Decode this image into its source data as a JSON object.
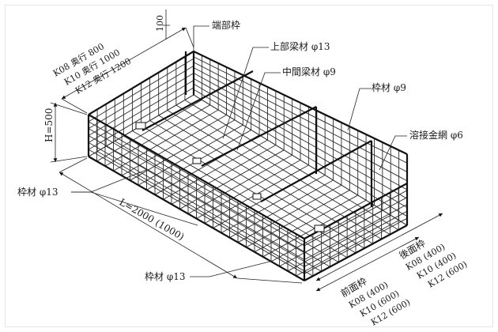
{
  "labels": {
    "end_frame": "端部枠",
    "upper_beam": "上部梁材 φ13",
    "middle_beam": "中間梁材 φ9",
    "frame_9": "枠材 φ9",
    "welded_mesh": "溶接金網 φ6",
    "frame_13_left": "枠材 φ13",
    "frame_13_bottom": "枠材 φ13",
    "length": "L=2000 (1000)",
    "height": "H=500",
    "top_100": "100",
    "depth_k08": "K08 奥行 800",
    "depth_k10": "K10 奥行 1000",
    "depth_k12": "K12 奥行 1200",
    "rear_title": "後面枠",
    "rear_k08": "K08 (400)",
    "rear_k10": "K10 (400)",
    "rear_k12": "K12 (600)",
    "front_title": "前面枠",
    "front_k08": "K08 (400)",
    "front_k10": "K10 (600)",
    "front_k12": "K12 (600)"
  }
}
